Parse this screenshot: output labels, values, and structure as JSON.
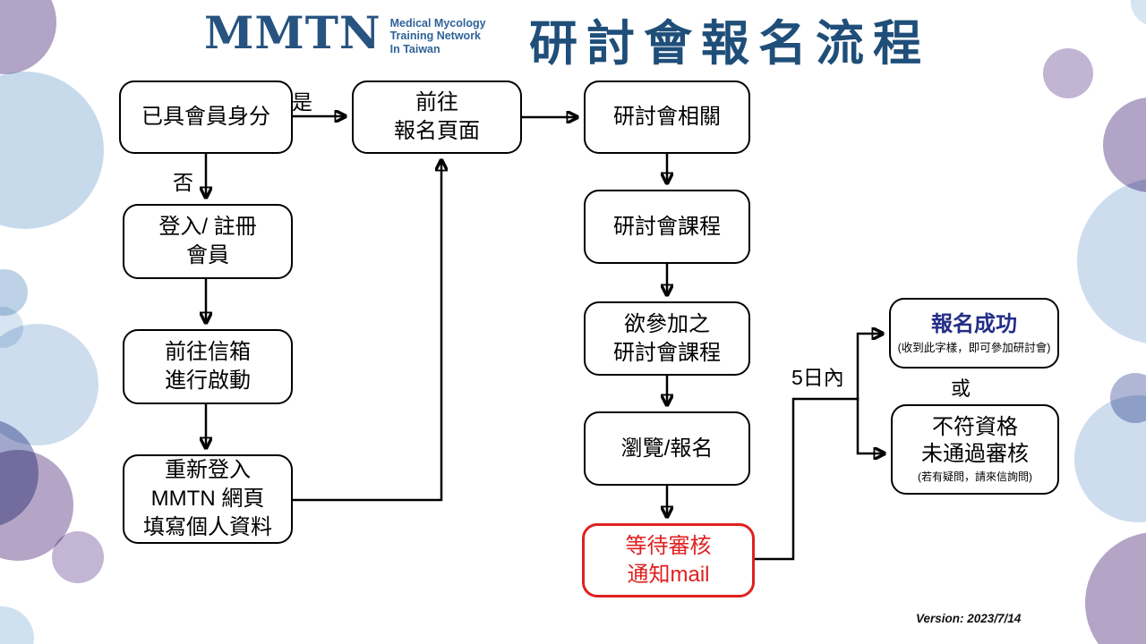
{
  "header": {
    "logo_text": "MMTN",
    "logo_subtitle": "Medical Mycology\nTraining Network\nIn Taiwan",
    "title": "研討會報名流程"
  },
  "flow": {
    "nodes": {
      "member_check": "已具會員身分",
      "login_register": "登入/ 註冊\n會員",
      "goto_mailbox": "前往信箱\n進行啟動",
      "relogin": "重新登入\nMMTN 網頁\n填寫個人資料",
      "goto_registration": "前往\n報名頁面",
      "seminar_related": "研討會相關",
      "seminar_courses": "研討會課程",
      "desired_course": "欲參加之\n研討會課程",
      "browse_register": "瀏覽/報名",
      "wait_review": "等待審核\n通知mail",
      "success_title": "報名成功",
      "success_note": "(收到此字樣，即可參加研討會)",
      "not_qualified_title": "不符資格\n未通過審核",
      "not_qualified_note": "(若有疑問，請來信詢問)"
    },
    "labels": {
      "yes": "是",
      "no": "否",
      "within_days": "5日內",
      "or": "或"
    }
  },
  "footer": {
    "version": "Version: 2023/7/14"
  },
  "colors": {
    "brand_blue": "#1f4e79",
    "logo_blue": "#275380",
    "alert_red": "#e02020",
    "success_navy": "#232e87",
    "line_black": "#000000",
    "background_palette": [
      "#b2a4c6",
      "#c6daec",
      "#cdddee",
      "#a2a8cb",
      "#c3b5d4",
      "#d7e4f1"
    ]
  }
}
